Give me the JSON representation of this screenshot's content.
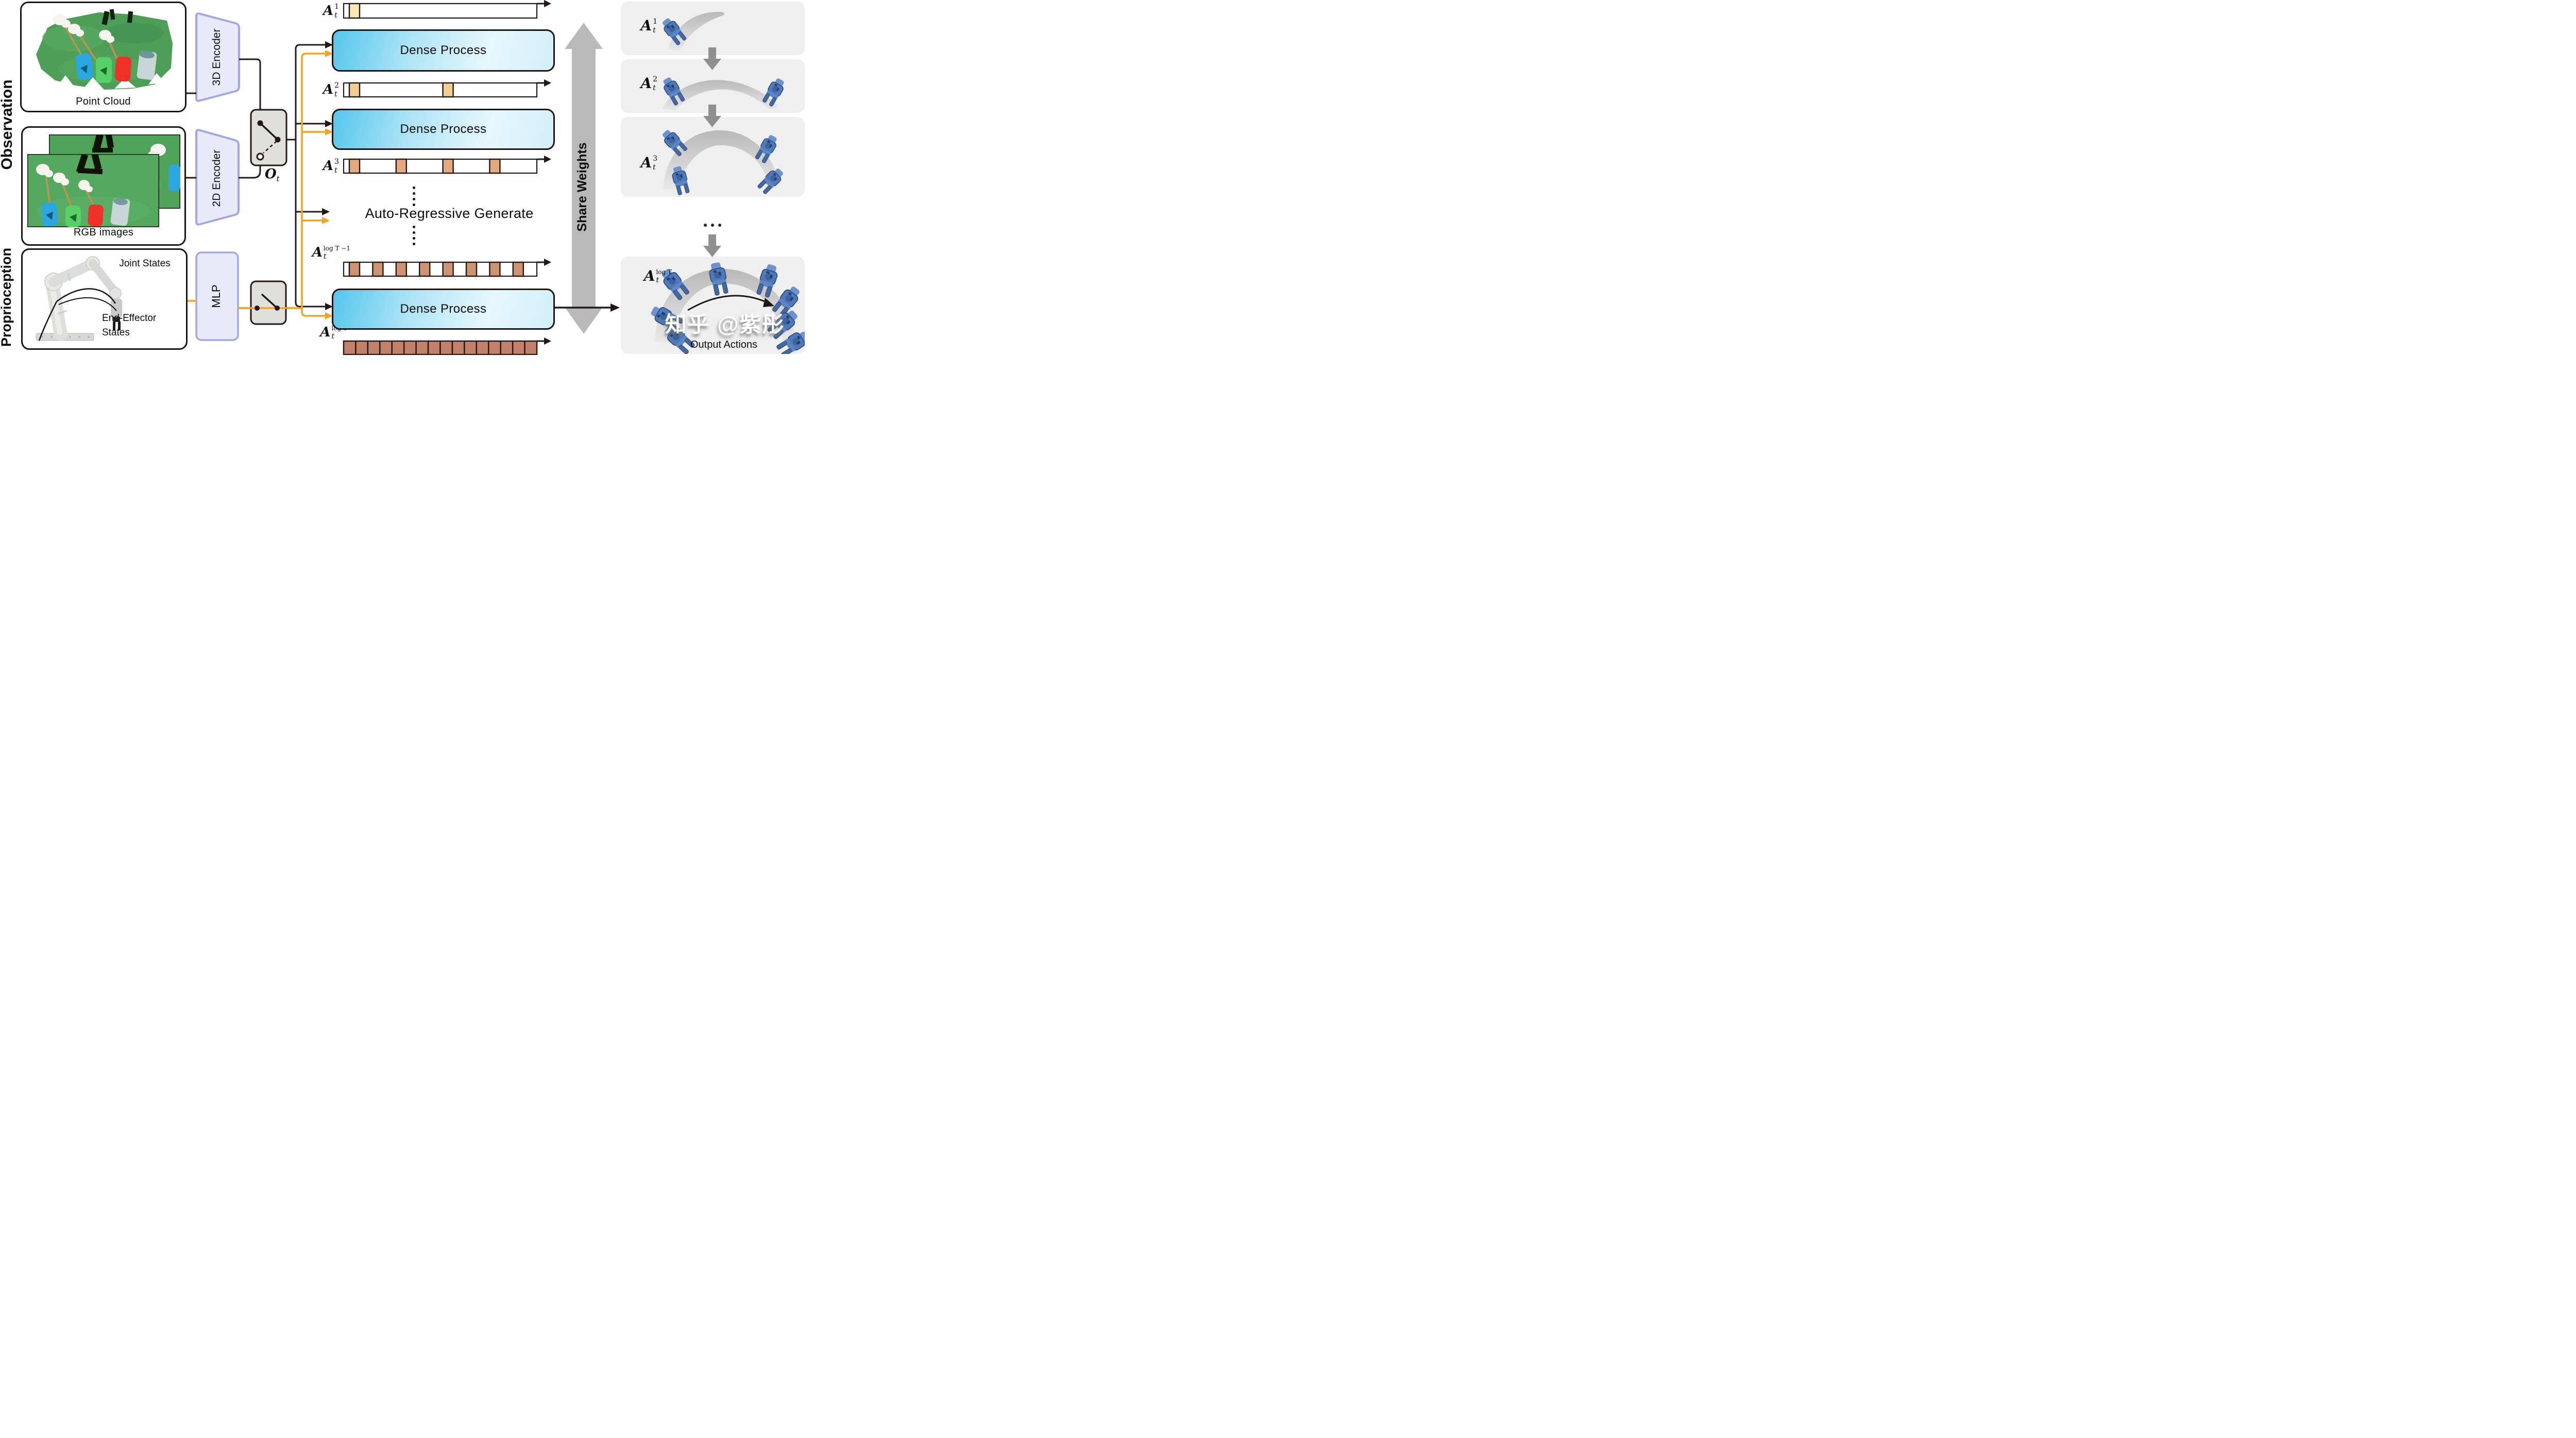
{
  "labels": {
    "observation": "Observation",
    "proprioception": "Proprioception",
    "point_cloud": "Point Cloud",
    "rgb_images": "RGB images",
    "joint_states": "Joint States",
    "end_effector_line1": "End-Effector",
    "end_effector_line2": "States",
    "encoder_3d": "3D Encoder",
    "encoder_2d": "2D Encoder",
    "mlp": "MLP",
    "dense_process": "Dense Process",
    "auto_regressive": "Auto-Regressive Generate",
    "share_weights": "Share Weights",
    "output_actions": "Output Actions",
    "watermark": "知乎 @紫彤"
  },
  "action_symbol": {
    "base": "A",
    "sub": "t"
  },
  "observation_symbol": {
    "base": "O",
    "sub": "t"
  },
  "timelines": [
    {
      "sup": "1",
      "total_slots": 16,
      "filled_slots": [
        0
      ],
      "cell_color": "#FBE7B5",
      "contiguous": false
    },
    {
      "sup": "2",
      "total_slots": 16,
      "filled_slots": [
        0,
        8
      ],
      "cell_color": "#F4CD92",
      "contiguous": false
    },
    {
      "sup": "3",
      "total_slots": 16,
      "filled_slots": [
        0,
        4,
        8,
        12
      ],
      "cell_color": "#E6A97E",
      "contiguous": false
    },
    {
      "sup": "log T −1",
      "total_slots": 16,
      "filled_slots": [
        0,
        2,
        4,
        6,
        8,
        10,
        12,
        14
      ],
      "cell_color": "#CD9471",
      "contiguous": false
    },
    {
      "sup": "log T",
      "total_slots": 16,
      "filled_slots": [
        0,
        1,
        2,
        3,
        4,
        5,
        6,
        7,
        8,
        9,
        10,
        11,
        12,
        13,
        14,
        15
      ],
      "cell_color": "#C28069",
      "contiguous": true
    }
  ],
  "right_panels": [
    {
      "sup": "1"
    },
    {
      "sup": "2"
    },
    {
      "sup": "3"
    },
    {
      "sup": "log T"
    }
  ],
  "colors": {
    "line_black": "#231815",
    "accent_orange": "#F5A31C",
    "process_cyan": "#54C6EC",
    "encoder_fill": "#E9EAF9",
    "encoder_border": "#A3A7EA",
    "switch_fill": "#DFDFDD",
    "panel_gray": "#EFEFEF",
    "share_arrow_gray": "#B9B9B9",
    "step_arrow_gray": "#8F8F8F",
    "gripper_blue": "#4F79B8"
  }
}
